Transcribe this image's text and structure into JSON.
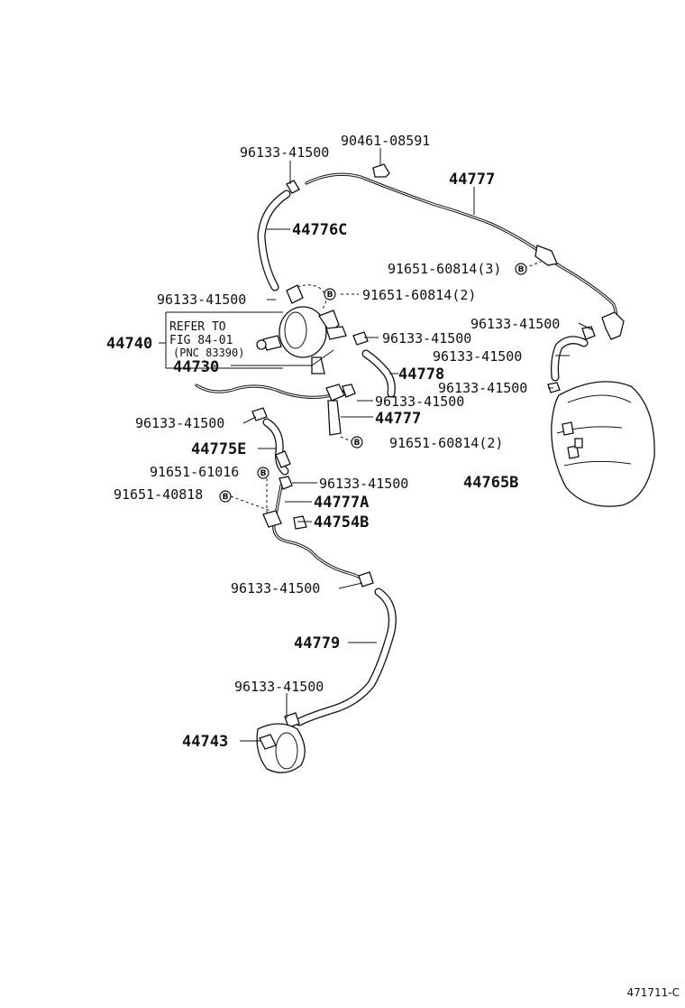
{
  "labels": {
    "p1": "96133-41500",
    "p2": "90461-08591",
    "p3": "44777",
    "p4": "44776C",
    "p5": "91651-60814(3)",
    "p6": "96133-41500",
    "p7": "91651-60814(2)",
    "p8": "96133-41500",
    "p9": "96133-41500",
    "p10": "96133-41500",
    "p11": "44740",
    "p12": "44730",
    "p13": "44778",
    "p14": "96133-41500",
    "p15": "96133-41500",
    "p16": "44777",
    "p17": "96133-41500",
    "p18": "91651-60814(2)",
    "p19": "44775E",
    "p20": "91651-61016",
    "p21": "96133-41500",
    "p22": "44765B",
    "p23": "91651-40818",
    "p24": "44777A",
    "p25": "44754B",
    "p26": "96133-41500",
    "p27": "44779",
    "p28": "96133-41500",
    "p29": "44743"
  },
  "refer": {
    "line1": "REFER TO",
    "line2": "FIG 84-01",
    "line3": "(PNC 83390)"
  },
  "marker": "B",
  "figure_id": "471711-C"
}
